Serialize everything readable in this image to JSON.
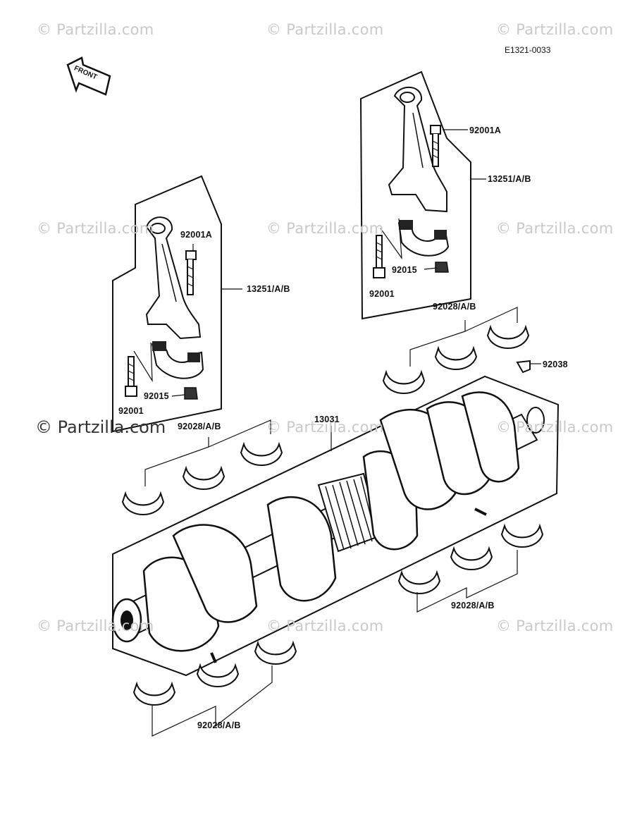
{
  "diagram_code": "E1321-0033",
  "front_label": "FRONT",
  "watermark": "© Partzilla.com",
  "parts": {
    "rod_upper_bolt_nut": "92001A",
    "rod_upper": "13251/A/B",
    "rod_upper_nut": "92015",
    "rod_upper_bolt": "92001",
    "bearing_upper_right": "92028/A/B",
    "key": "92038",
    "rod_left_bolt_nut": "92001A",
    "rod_left": "13251/A/B",
    "rod_left_nut": "92015",
    "rod_left_bolt": "92001",
    "crankshaft": "13031",
    "bearing_upper_left": "92028/A/B",
    "bearing_lower_right": "92028/A/B",
    "bearing_lower_left": "92028/A/B"
  }
}
